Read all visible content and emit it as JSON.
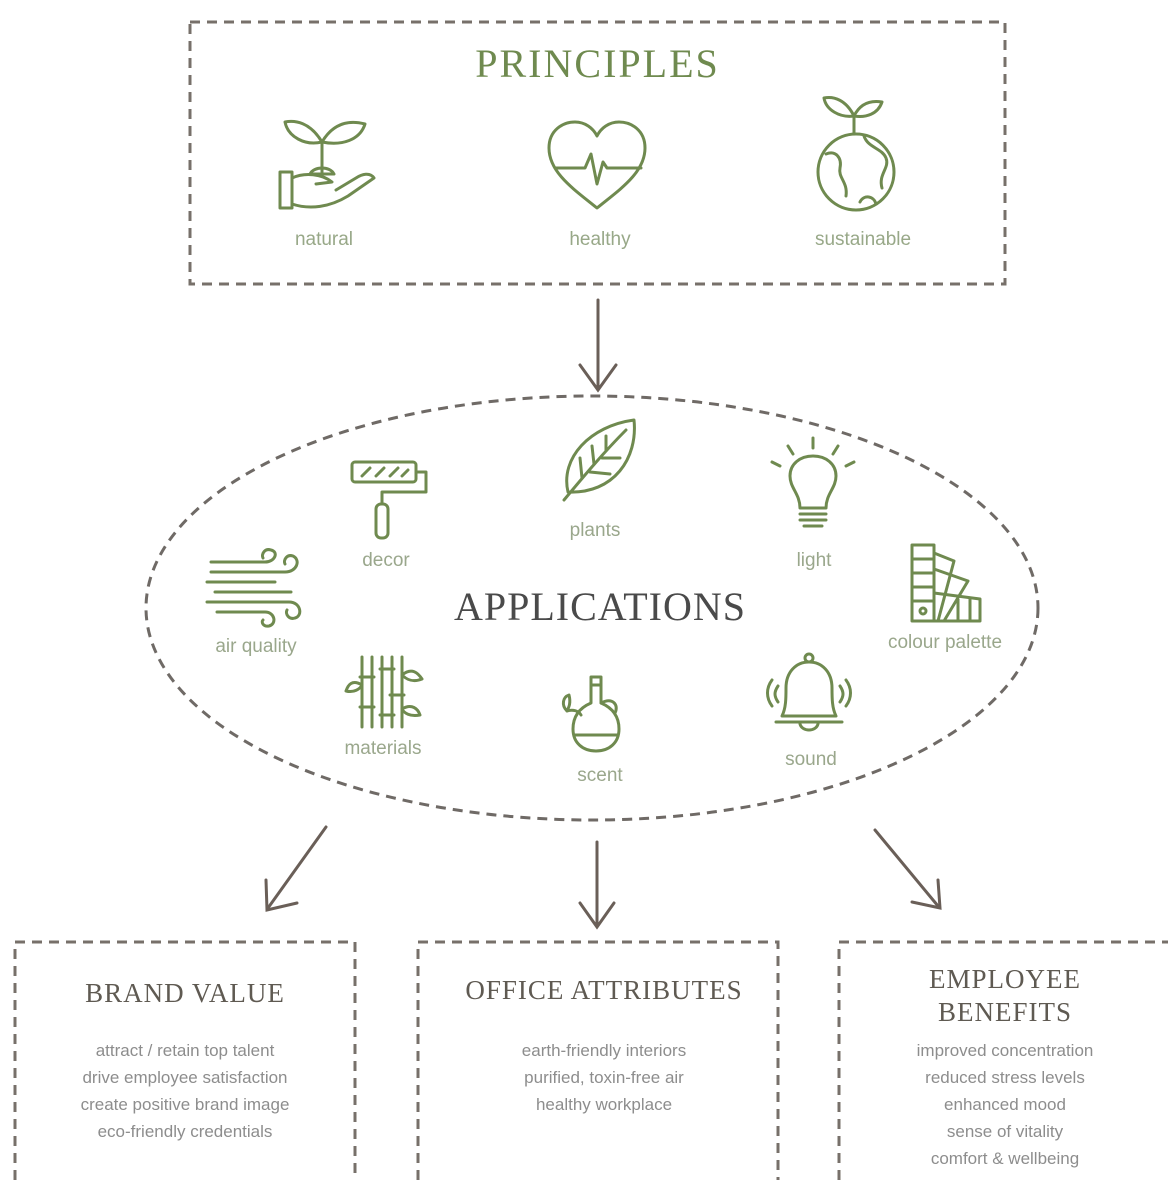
{
  "colors": {
    "green": "#6f8a4f",
    "dash": "#77706a",
    "arrow": "#6a5f58",
    "title_dark": "#4a4a4a"
  },
  "principles": {
    "title": "PRINCIPLES",
    "items": [
      {
        "label": "natural",
        "icon": "plant-in-hand-icon"
      },
      {
        "label": "healthy",
        "icon": "heart-pulse-icon"
      },
      {
        "label": "sustainable",
        "icon": "globe-sprout-icon"
      }
    ]
  },
  "applications": {
    "title": "APPLICATIONS",
    "items": [
      {
        "label": "air quality",
        "icon": "wind-icon"
      },
      {
        "label": "decor",
        "icon": "paint-roller-icon"
      },
      {
        "label": "plants",
        "icon": "leaf-icon"
      },
      {
        "label": "light",
        "icon": "light-bulb-icon"
      },
      {
        "label": "colour palette",
        "icon": "swatch-fan-icon"
      },
      {
        "label": "materials",
        "icon": "bamboo-icon"
      },
      {
        "label": "scent",
        "icon": "oil-bottle-icon"
      },
      {
        "label": "sound",
        "icon": "bell-icon"
      }
    ]
  },
  "outcomes": [
    {
      "title": "BRAND VALUE",
      "lines": [
        "attract / retain top talent",
        "drive employee satisfaction",
        "create positive brand image",
        "eco-friendly credentials"
      ]
    },
    {
      "title": "OFFICE ATTRIBUTES",
      "lines": [
        "earth-friendly interiors",
        "purified, toxin-free air",
        "healthy workplace"
      ]
    },
    {
      "title": "EMPLOYEE BENEFITS",
      "title_line1": "EMPLOYEE",
      "title_line2": "BENEFITS",
      "lines": [
        "improved concentration",
        "reduced stress levels",
        "enhanced mood",
        "sense of vitality",
        "comfort & wellbeing"
      ]
    }
  ]
}
